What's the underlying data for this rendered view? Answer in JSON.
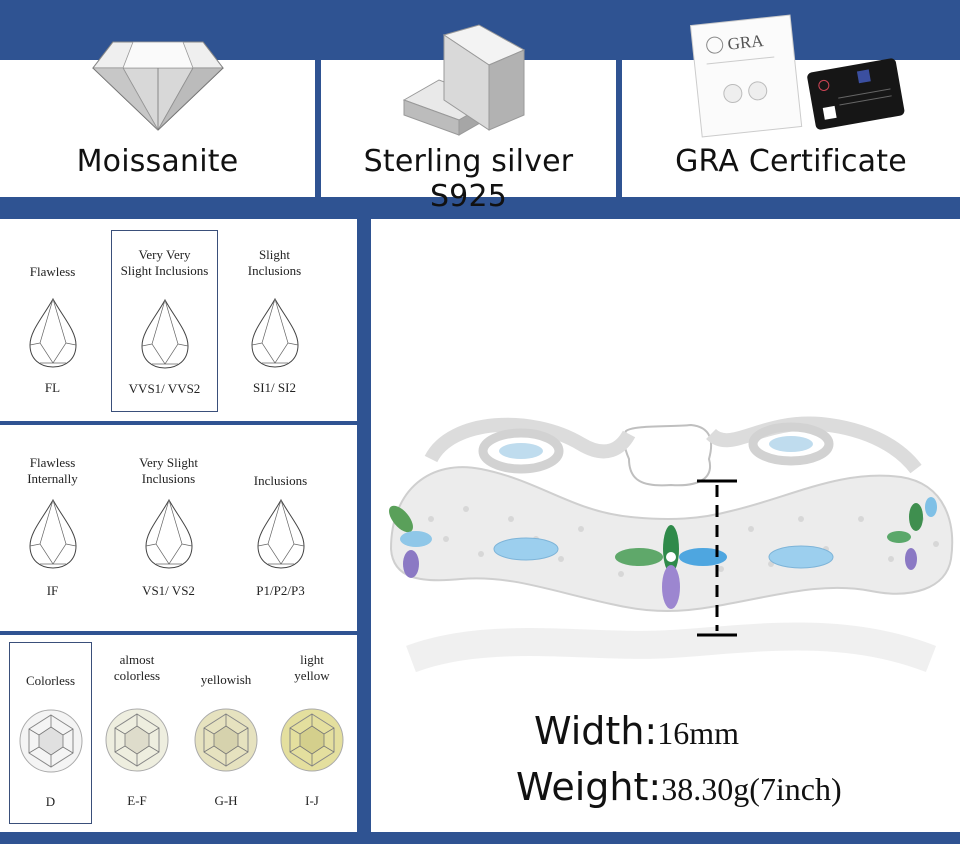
{
  "features": [
    {
      "label": "Moissanite",
      "icon": "diamond-icon"
    },
    {
      "label": "Sterling silver S925",
      "icon": "silver-bar-icon"
    },
    {
      "label": "GRA Certificate",
      "icon": "certificate-icon",
      "brand": "GRA"
    }
  ],
  "clarity": {
    "row1": [
      {
        "label": "Flawless",
        "code": "FL"
      },
      {
        "label": "Very Very\nSlight Inclusions",
        "code": "VVS1/ VVS2"
      },
      {
        "label": "Slight\nInclusions",
        "code": "SI1/ SI2"
      }
    ],
    "row2": [
      {
        "label": "Flawless\nInternally",
        "code": "IF"
      },
      {
        "label": "Very Slight\nInclusions",
        "code": "VS1/ VS2"
      },
      {
        "label": "Inclusions",
        "code": "P1/P2/P3"
      }
    ]
  },
  "color": [
    {
      "label": "Colorless",
      "code": "D",
      "tint": "#f4f4f4"
    },
    {
      "label": "almost\ncolorless",
      "code": "E-F",
      "tint": "#eeeedf"
    },
    {
      "label": "yellowish",
      "code": "G-H",
      "tint": "#e6e2bf"
    },
    {
      "label": "light\nyellow",
      "code": "I-J",
      "tint": "#e4df9e"
    }
  ],
  "specs": {
    "width_label": "Width:",
    "width_value": "16mm",
    "weight_label": "Weight:",
    "weight_value": "38.30g(7inch)"
  }
}
